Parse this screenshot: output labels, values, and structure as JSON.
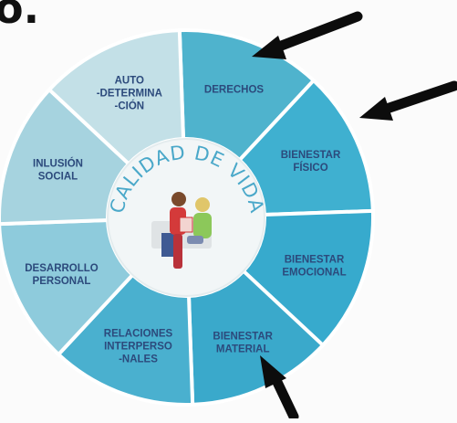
{
  "heading_fragment": "o.",
  "center": {
    "title": "CALIDAD DE VIDA"
  },
  "segments": [
    {
      "id": "derechos",
      "lines": [
        "DERECHOS"
      ],
      "color": "#4fb3cd",
      "highlighted": false
    },
    {
      "id": "bienestar-fisico",
      "lines": [
        "BIENESTAR",
        "FÍSICO"
      ],
      "color": "#3fb0d0",
      "highlighted": true
    },
    {
      "id": "bienestar-emocional",
      "lines": [
        "BIENESTAR",
        "EMOCIONAL"
      ],
      "color": "#37aacd",
      "highlighted": true
    },
    {
      "id": "bienestar-material",
      "lines": [
        "BIENESTAR",
        "MATERIAL"
      ],
      "color": "#3aa9cb",
      "highlighted": false
    },
    {
      "id": "relaciones-interpersonales",
      "lines": [
        "RELACIONES",
        "INTERPERSO",
        "-NALES"
      ],
      "color": "#4ab0cf",
      "highlighted": true
    },
    {
      "id": "desarrollo-personal",
      "lines": [
        "DESARROLLO",
        "PERSONAL"
      ],
      "color": "#8ecbdc",
      "highlighted": false
    },
    {
      "id": "inclusion-social",
      "lines": [
        "INLUSIÓN",
        "SOCIAL"
      ],
      "color": "#a6d3df",
      "highlighted": false
    },
    {
      "id": "autodeterminacion",
      "lines": [
        "AUTO",
        "-DETERMINA",
        "-CIÓN"
      ],
      "color": "#c3e0e7",
      "highlighted": false
    }
  ],
  "colors": {
    "center_fill": "#f2f6f7",
    "center_text": "#4aa8c9",
    "label_text": "#2c4a7c",
    "arrow": "#0c0c0c",
    "divider": "#ffffff"
  }
}
